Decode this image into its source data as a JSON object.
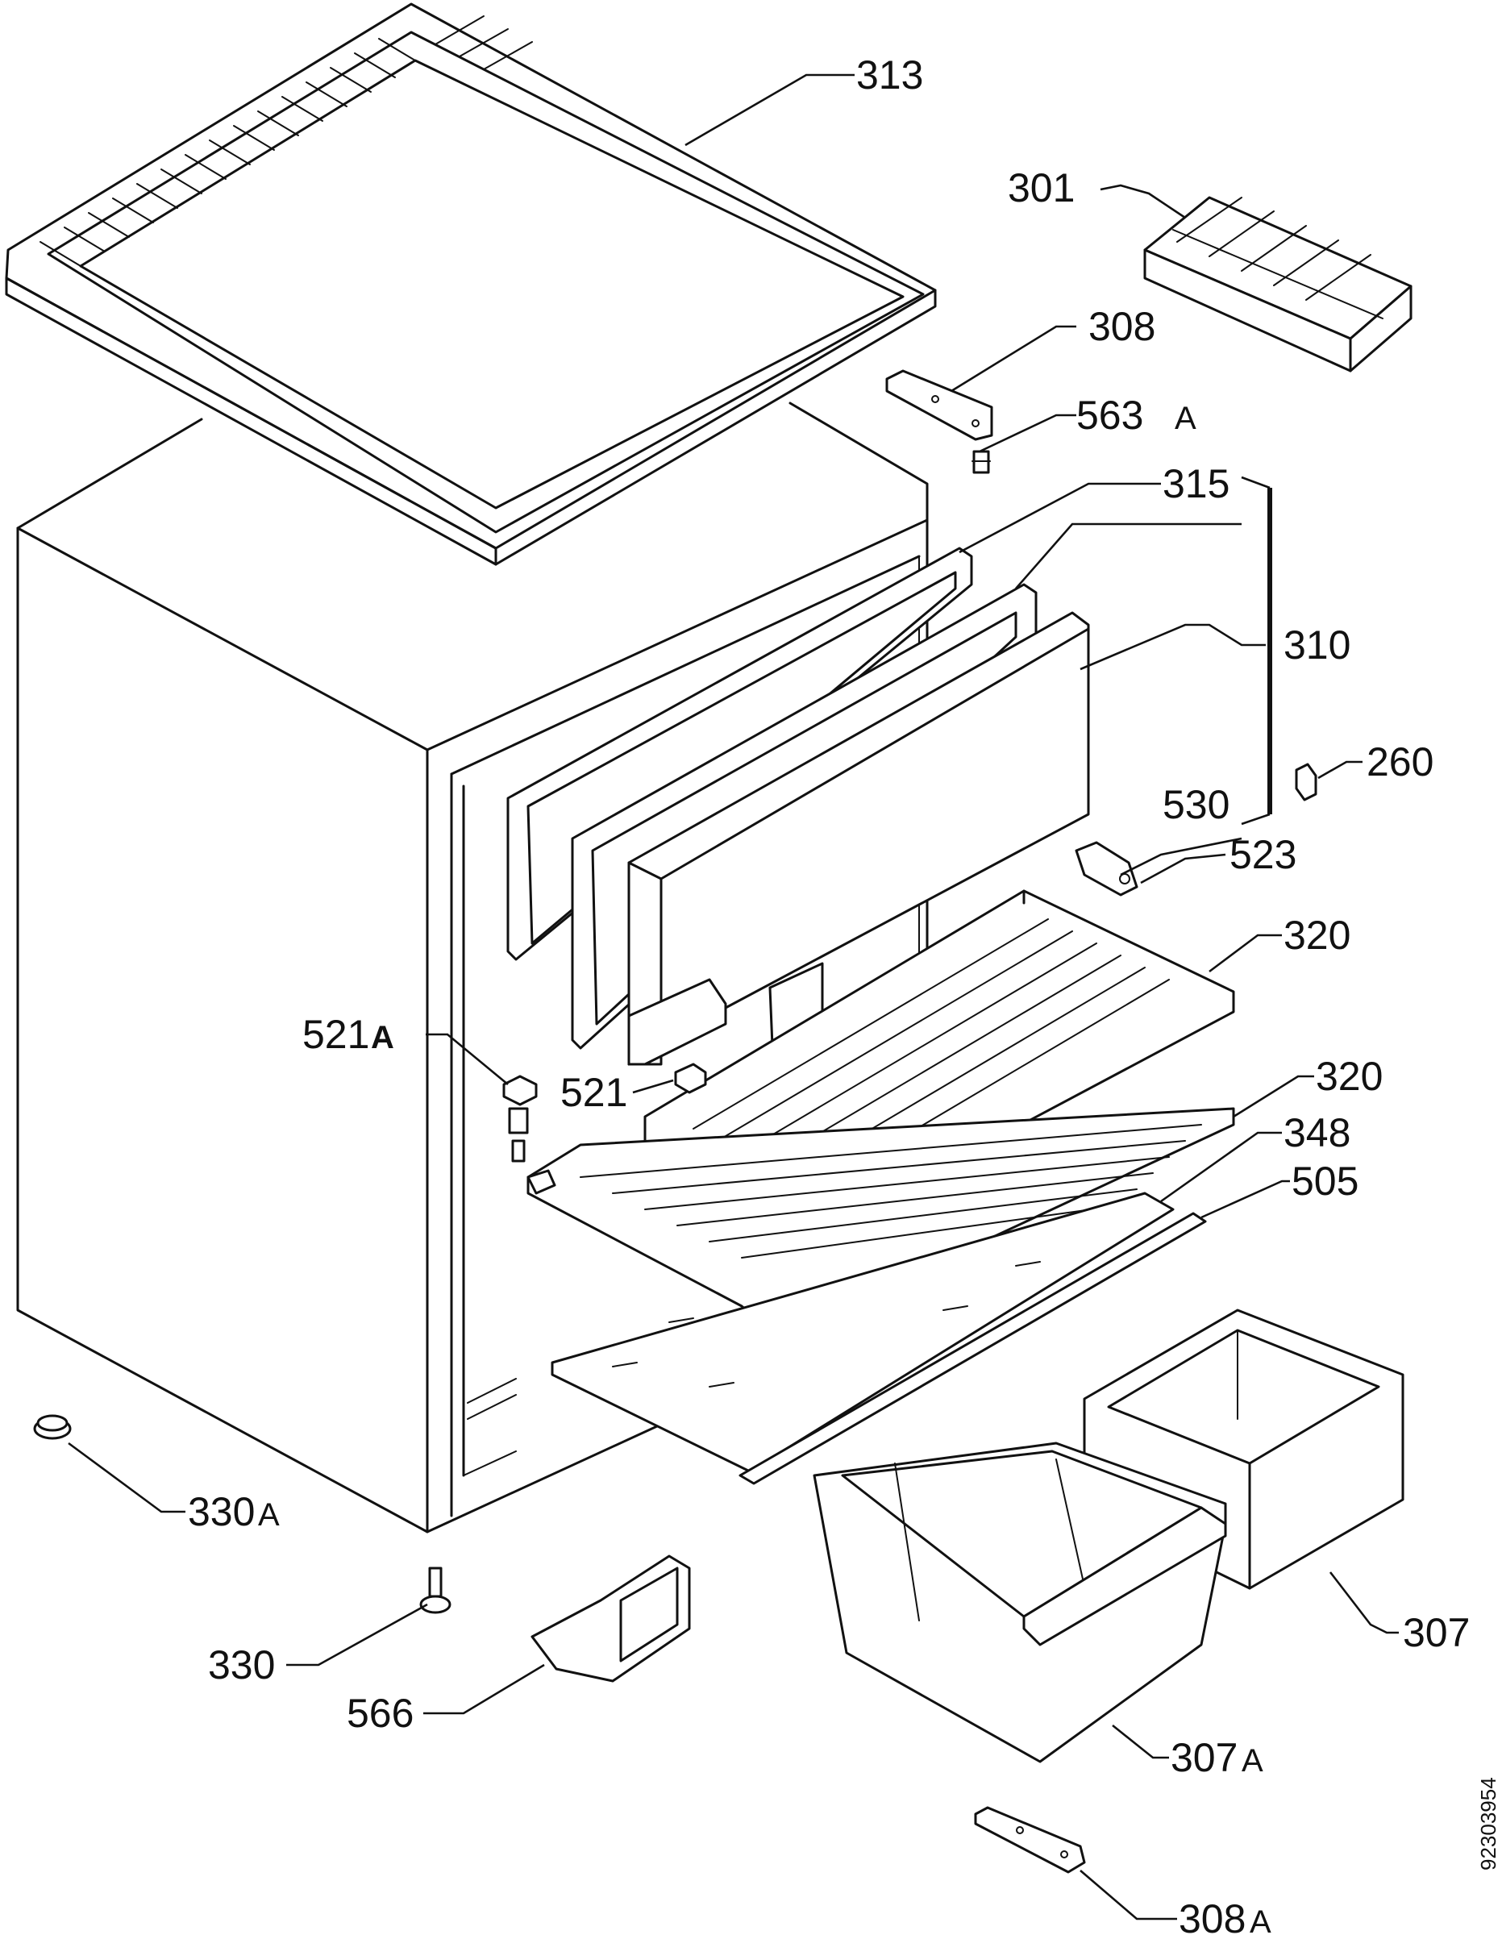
{
  "labels": {
    "p313": "313",
    "p301": "301",
    "p308": "308",
    "p563": "563",
    "p563s": "A",
    "p315": "315",
    "p310": "310",
    "p260": "260",
    "p530": "530",
    "p523": "523",
    "p320a": "320",
    "p320b": "320",
    "p348": "348",
    "p505": "505",
    "p521a": "521",
    "p521as": "A",
    "p521": "521",
    "p330a": "330",
    "p330as": "A",
    "p330": "330",
    "p566": "566",
    "p307": "307",
    "p307a": "307",
    "p307as": "A",
    "p308a": "308",
    "p308as": "A"
  },
  "doc_number": "92303954"
}
